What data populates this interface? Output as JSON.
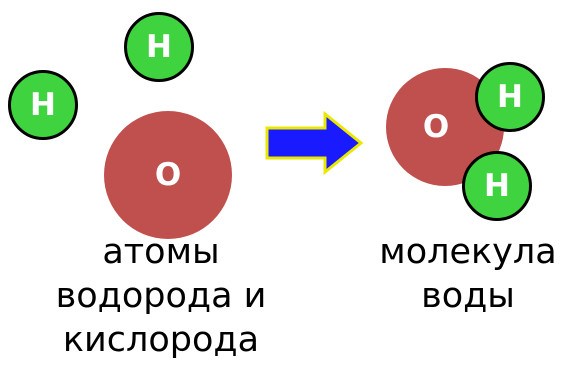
{
  "atoms": {
    "hydrogen_symbol": "H",
    "oxygen_symbol": "O"
  },
  "captions": {
    "left_line1": "атомы",
    "left_line2": "водорода и",
    "left_line3": "кислорода",
    "right_line1": "молекула",
    "right_line2": "воды"
  },
  "colors": {
    "hydrogen": "#3fd43f",
    "oxygen": "#c0504d",
    "arrow_fill": "#1a1aff",
    "arrow_outline": "#e8e800"
  }
}
